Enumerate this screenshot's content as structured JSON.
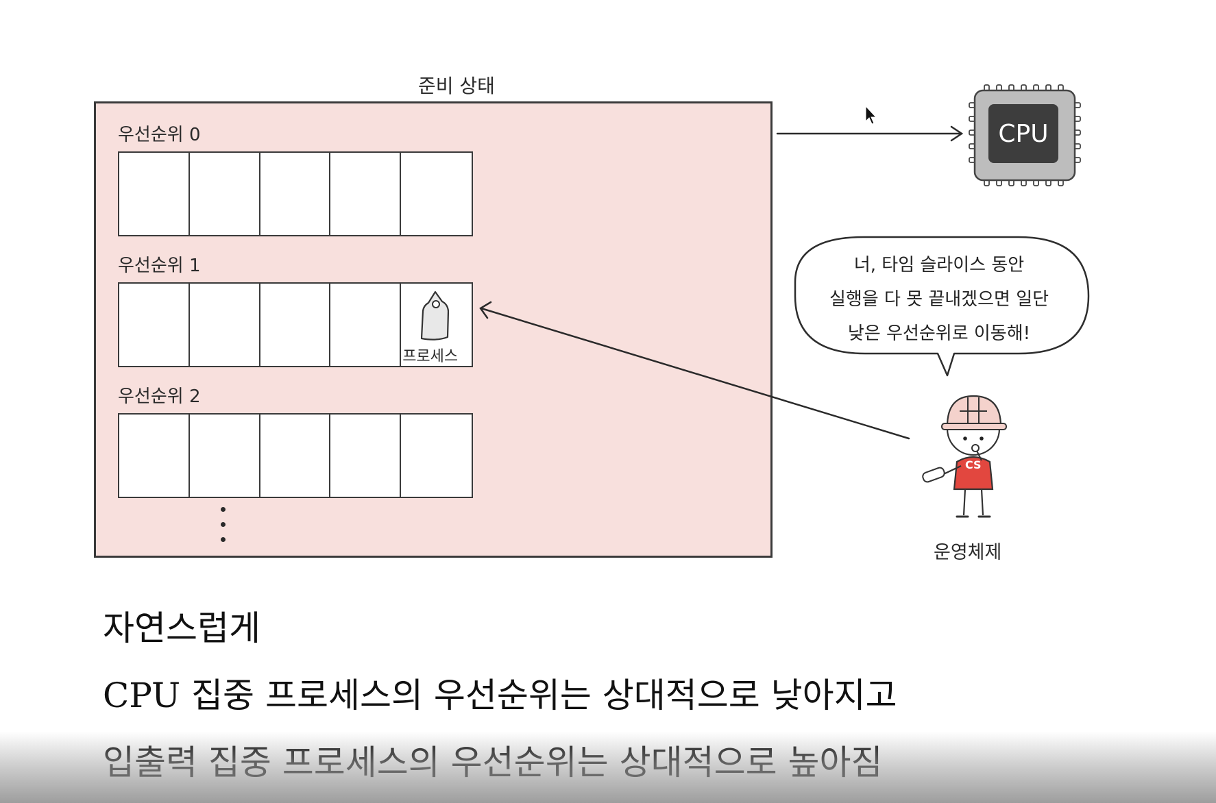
{
  "diagram": {
    "ready_state_title": "준비 상태",
    "queues": [
      {
        "label": "우선순위 0",
        "cells": 5
      },
      {
        "label": "우선순위 1",
        "cells": 5
      },
      {
        "label": "우선순위 2",
        "cells": 5
      }
    ],
    "process_label": "프로세스",
    "cpu_label": "CPU",
    "speech_bubble": {
      "line1": "너, 타임 슬라이스 동안",
      "line2": "실행을 다 못 끝내겠으면 일단",
      "line3": "낮은 우선순위로 이동해!"
    },
    "os_label": "운영체제",
    "shirt_text": "CS",
    "colors": {
      "ready_box_fill": "#f8e0dd",
      "shirt": "#e2473f",
      "helmet": "#f4d2cc",
      "cpu_body": "#bdbdbd",
      "cpu_core": "#3d3d3d"
    }
  },
  "caption": {
    "line1": "자연스럽게",
    "line2": "CPU 집중 프로세스의 우선순위는 상대적으로 낮아지고",
    "line3": "입출력 집중 프로세스의 우선순위는 상대적으로 높아짐"
  }
}
